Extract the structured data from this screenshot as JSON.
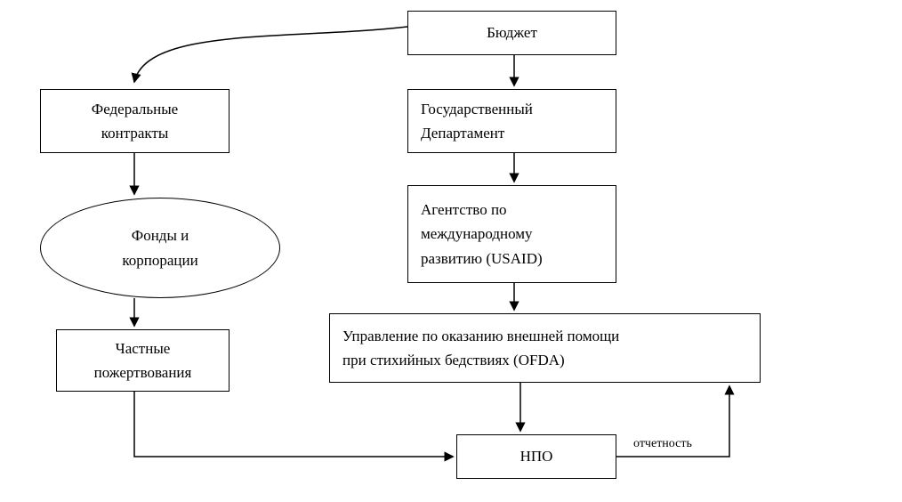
{
  "diagram": {
    "type": "flowchart",
    "line_color": "#000000",
    "background_color": "#ffffff",
    "nodes": {
      "budget": "Бюджет",
      "state_department": "Государственный\nДепартамент",
      "usaid": "Агентство по\nмеждународному\nразвитию (USAID)",
      "ofda": "Управление по оказанию внешней помощи\nпри стихийных бедствиях (OFDA)",
      "ngo": "НПО",
      "federal_contracts": "Федеральные\nконтракты",
      "funds_corporations": "Фонды и\nкорпорации",
      "private_donations": "Частные\nпожертвования"
    },
    "edge_labels": {
      "reporting": "отчетность"
    },
    "edges": [
      {
        "from": "budget",
        "to": "state_department"
      },
      {
        "from": "budget",
        "to": "federal_contracts"
      },
      {
        "from": "state_department",
        "to": "usaid"
      },
      {
        "from": "usaid",
        "to": "ofda"
      },
      {
        "from": "ofda",
        "to": "ngo"
      },
      {
        "from": "federal_contracts",
        "to": "funds_corporations"
      },
      {
        "from": "funds_corporations",
        "to": "private_donations"
      },
      {
        "from": "private_donations",
        "to": "ngo"
      },
      {
        "from": "ngo",
        "to": "ofda",
        "label": "отчетность"
      }
    ]
  }
}
